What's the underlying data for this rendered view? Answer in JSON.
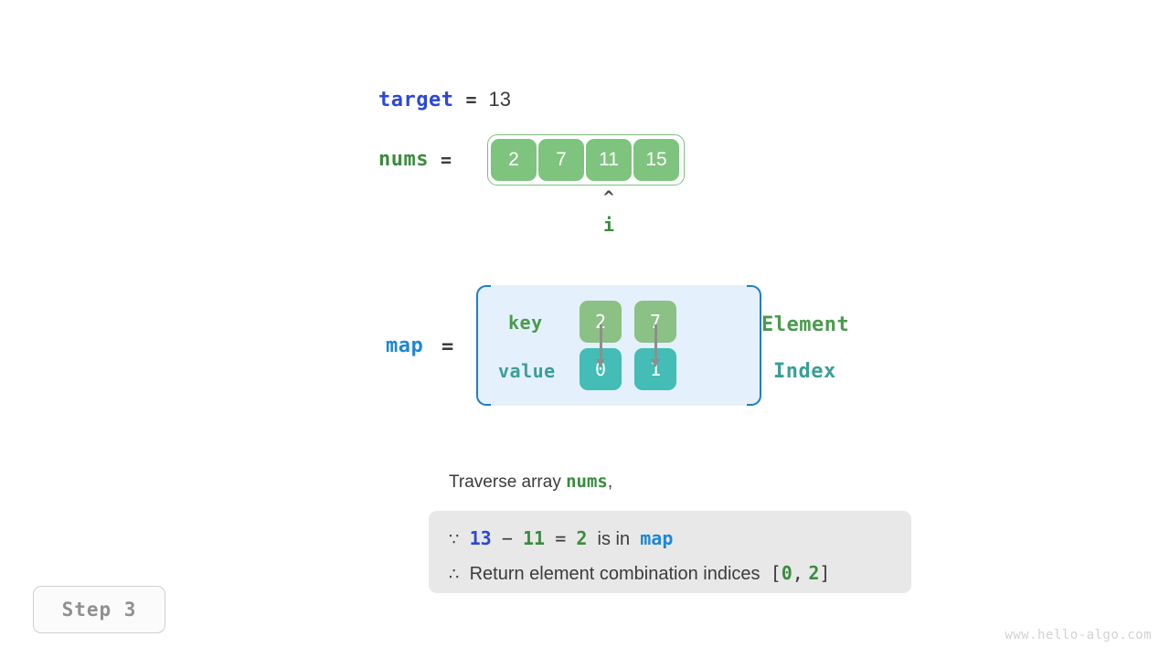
{
  "target": {
    "name": "target",
    "equals": "=",
    "value": "13"
  },
  "nums": {
    "name": "nums",
    "equals": "=",
    "cells": [
      "2",
      "7",
      "11",
      "15"
    ],
    "pointer": {
      "caret": "^",
      "label": "i",
      "index": 2
    }
  },
  "map": {
    "name": "map",
    "equals": "=",
    "row_labels": {
      "key": "key",
      "value": "value"
    },
    "side_labels": {
      "element": "Element",
      "index": "Index"
    },
    "entries": [
      {
        "key": "2",
        "value": "0"
      },
      {
        "key": "7",
        "value": "1"
      }
    ]
  },
  "caption": {
    "prefix": "Traverse array ",
    "code": "nums",
    "suffix": ","
  },
  "info": {
    "line1": {
      "because_symbol": "∵",
      "target": "13",
      "minus": "−",
      "current": "11",
      "equals": "=",
      "complement": "2",
      "text": "is in",
      "map": "map"
    },
    "line2": {
      "therefore_symbol": "∴",
      "text": "Return element combination indices",
      "open_bracket": "[",
      "index_a": "0",
      "comma": ",",
      "index_b": "2",
      "close_bracket": "]"
    }
  },
  "step_badge": "Step 3",
  "watermark": "www.hello-algo.com",
  "colors": {
    "target_blue": "#2c47d8",
    "map_blue": "#1e87d6",
    "element_green": "#4a9a4e",
    "index_teal": "#3a9e98",
    "array_cell": "#7ec37e",
    "key_cell": "#8bc184",
    "value_cell": "#43bdb5",
    "map_bg": "#e4f0fb",
    "info_bg": "#e8e8e8"
  }
}
